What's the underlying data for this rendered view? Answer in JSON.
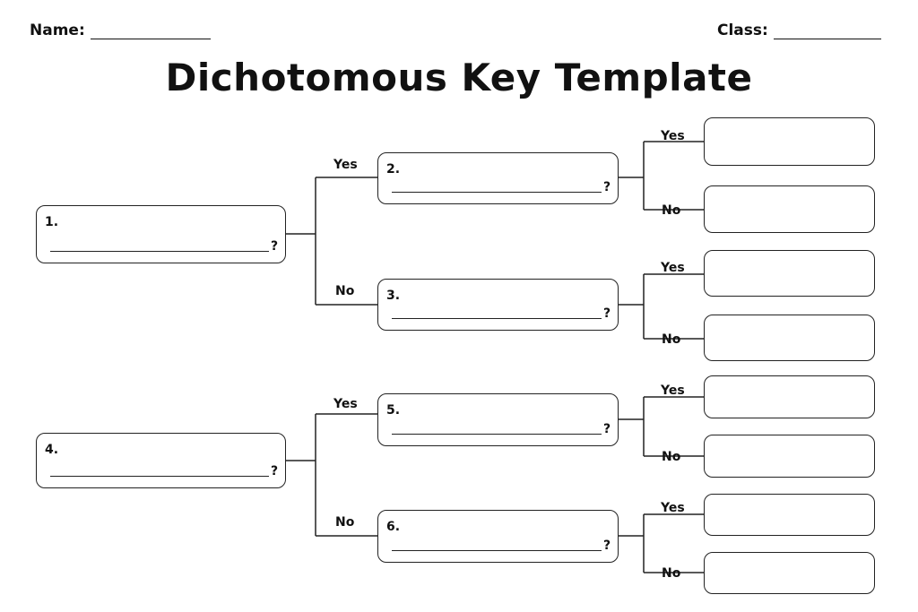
{
  "header": {
    "name_label": "Name:",
    "class_label": "Class:"
  },
  "title": "Dichotomous Key Template",
  "questions": [
    {
      "number": "1.",
      "mark": "?"
    },
    {
      "number": "2.",
      "mark": "?"
    },
    {
      "number": "3.",
      "mark": "?"
    },
    {
      "number": "4.",
      "mark": "?"
    },
    {
      "number": "5.",
      "mark": "?"
    },
    {
      "number": "6.",
      "mark": "?"
    }
  ],
  "labels": {
    "yes": "Yes",
    "no": "No"
  }
}
